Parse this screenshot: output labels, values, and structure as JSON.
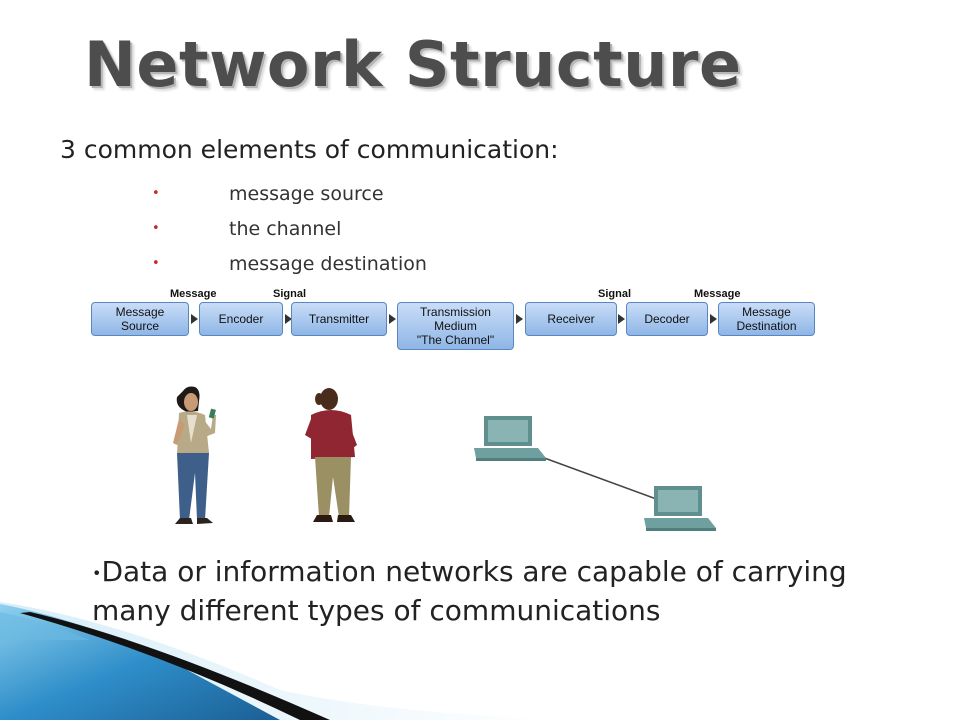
{
  "slide": {
    "title": "Network Structure",
    "lead": "3 common elements of communication:",
    "bullets": [
      "message source",
      "the channel",
      "message destination"
    ],
    "bullet_glyph": "•",
    "bottom_bullet_glyph": "•",
    "bottom_text": "Data or information networks are capable of carrying many different types of communications"
  },
  "flow": {
    "boxes": [
      {
        "line1": "Message",
        "line2": "Source"
      },
      {
        "line1": "Encoder",
        "line2": ""
      },
      {
        "line1": "Transmitter",
        "line2": ""
      },
      {
        "line1": "Transmission",
        "line2": "Medium",
        "line3": "\"The Channel\""
      },
      {
        "line1": "Receiver",
        "line2": ""
      },
      {
        "line1": "Decoder",
        "line2": ""
      },
      {
        "line1": "Message",
        "line2": "Destination"
      }
    ],
    "labels": [
      "Message",
      "Signal",
      "Signal",
      "Message"
    ]
  },
  "colors": {
    "title": "#4d4d4d",
    "bullet": "#c82a2a",
    "box_fill": "#a9c8ef",
    "box_border": "#5a87c2",
    "accent_blue": "#2f8ec9"
  }
}
